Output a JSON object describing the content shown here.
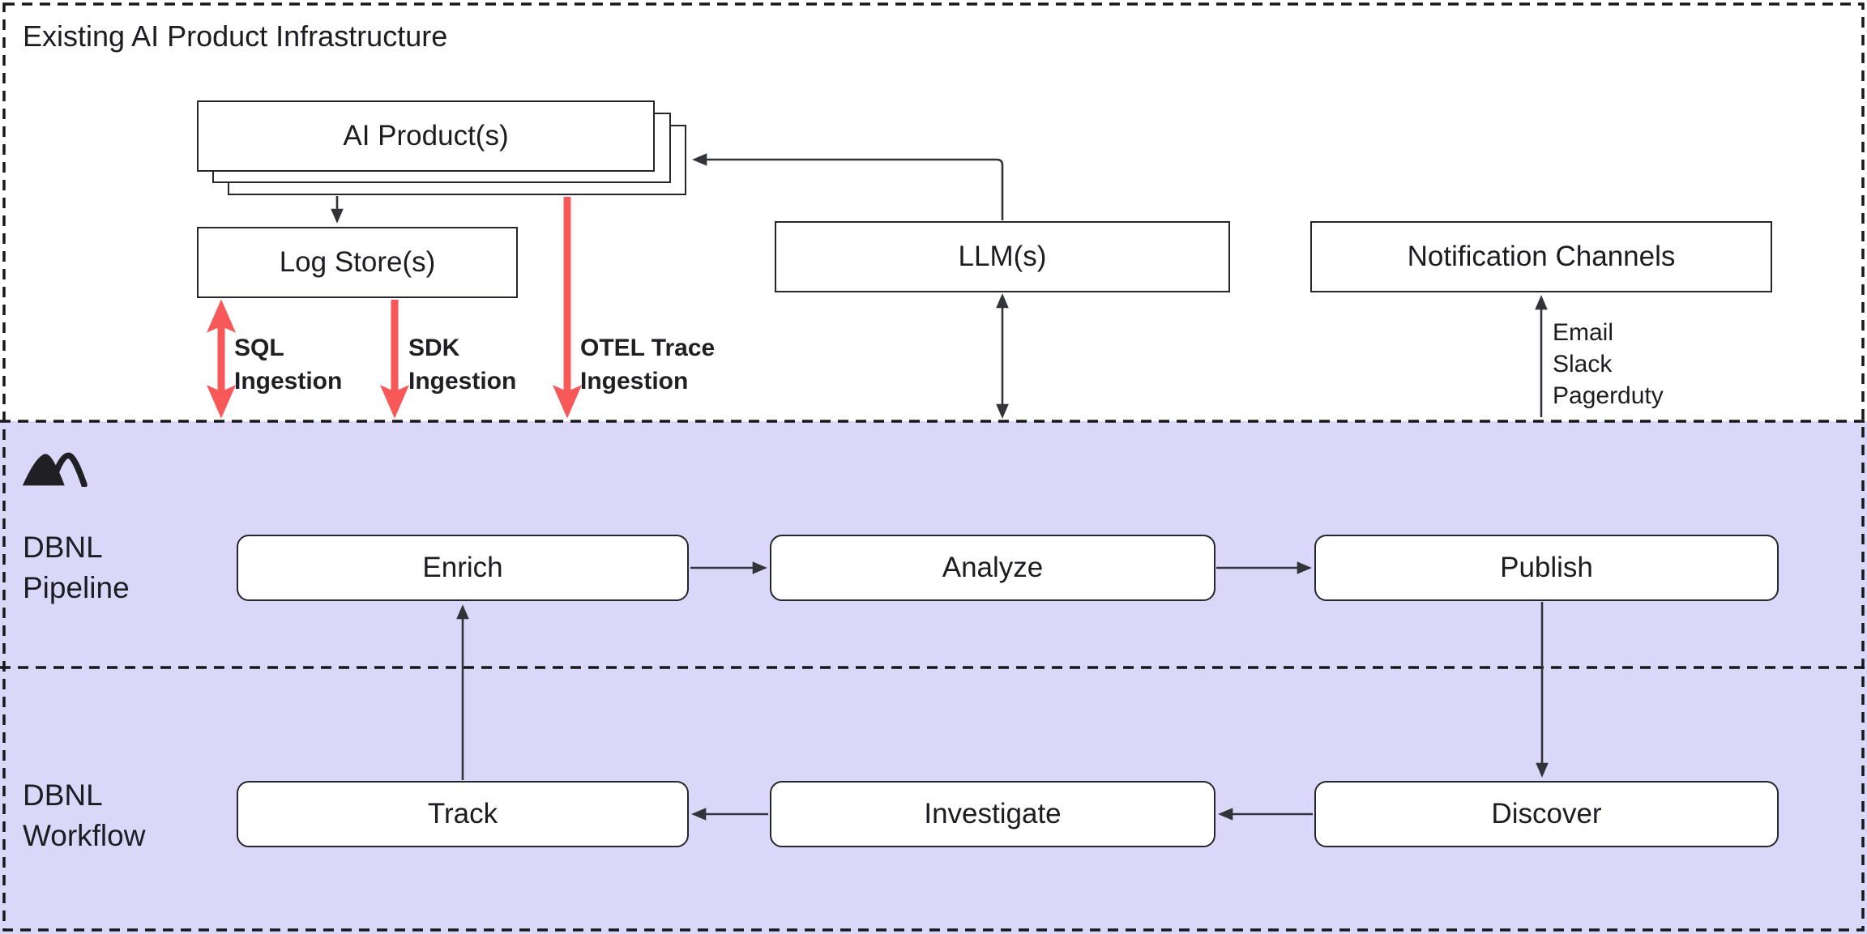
{
  "title": "Existing AI Product Infrastructure",
  "infrastructure": {
    "ai_products": "AI Product(s)",
    "log_stores": "Log Store(s)",
    "llms": "LLM(s)",
    "notification_channels": "Notification Channels",
    "notification_methods": [
      "Email",
      "Slack",
      "Pagerduty"
    ]
  },
  "ingestion_labels": [
    {
      "line1": "SQL",
      "line2": "Ingestion"
    },
    {
      "line1": "SDK",
      "line2": "Ingestion"
    },
    {
      "line1": "OTEL Trace",
      "line2": "Ingestion"
    }
  ],
  "sections": {
    "pipeline": {
      "line1": "DBNL",
      "line2": "Pipeline",
      "nodes": [
        "Enrich",
        "Analyze",
        "Publish"
      ]
    },
    "workflow": {
      "line1": "DBNL",
      "line2": "Workflow",
      "nodes": [
        "Track",
        "Investigate",
        "Discover"
      ]
    }
  },
  "colors": {
    "band_background": "#dbd7f8",
    "arrow_red": "#f95858",
    "line_dark": "#26262e",
    "text": "#1c1c22"
  }
}
